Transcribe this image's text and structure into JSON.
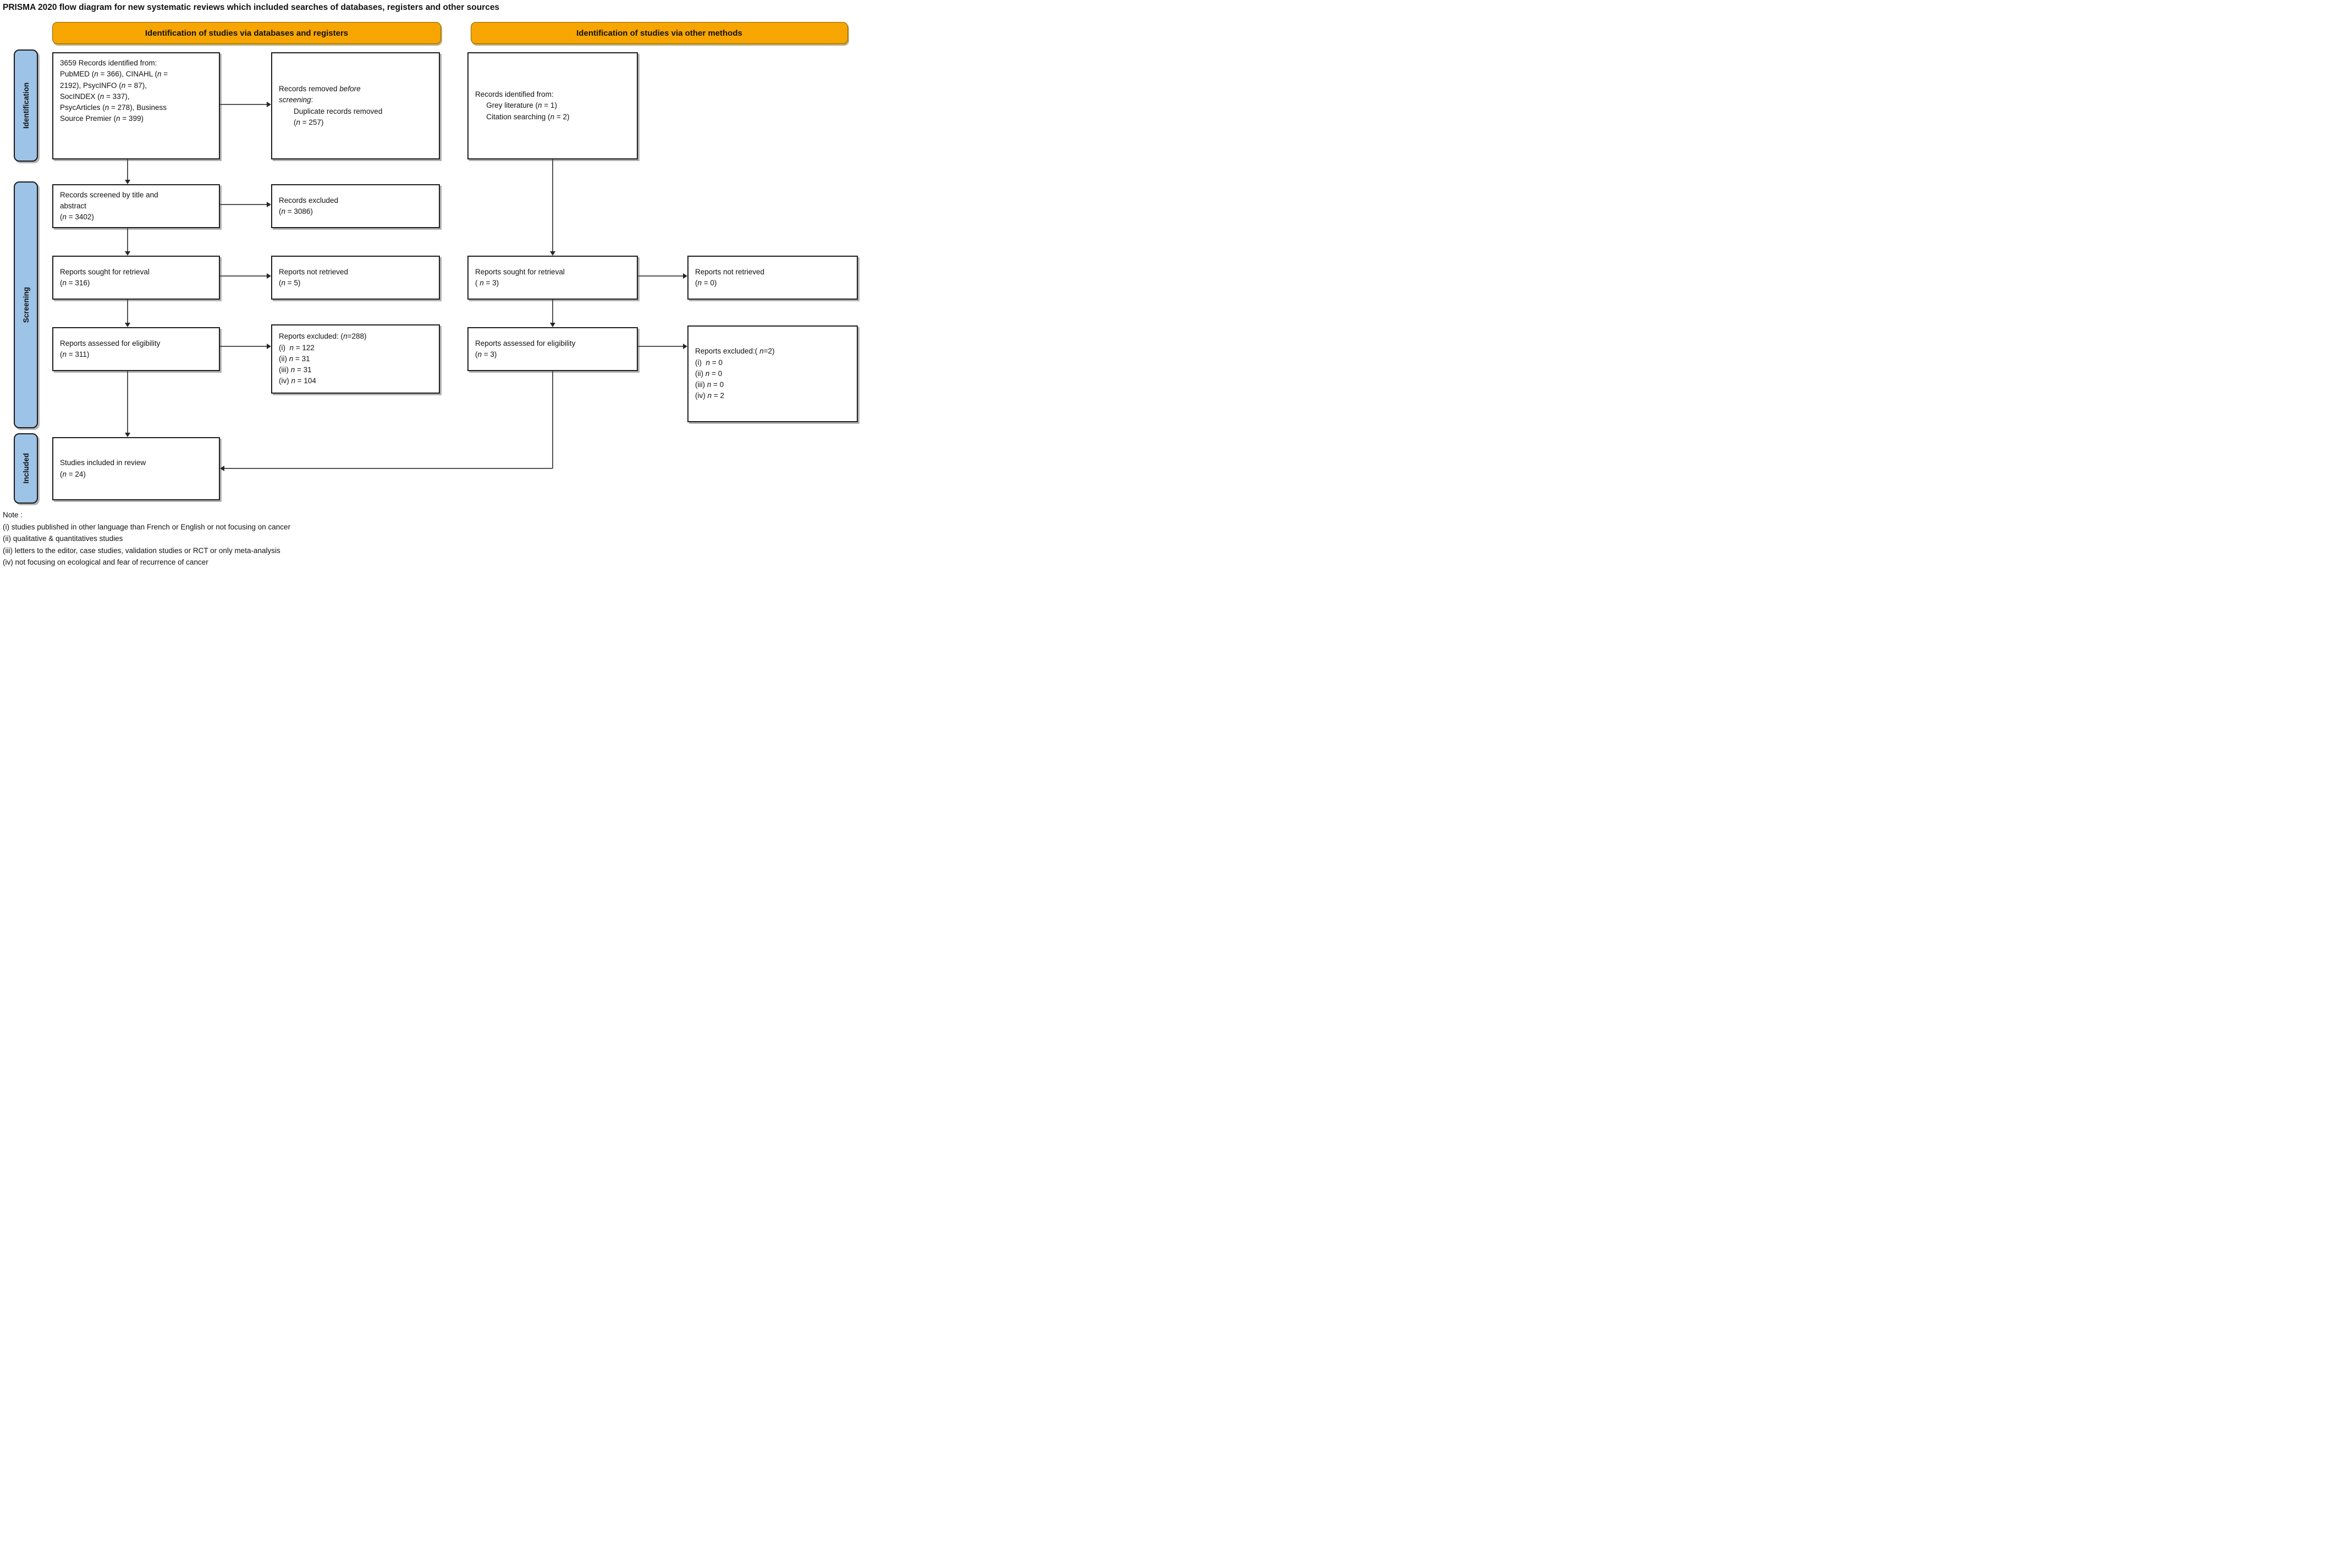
{
  "title": "PRISMA 2020 flow diagram for new systematic reviews which included searches of databases, registers and other sources",
  "colors": {
    "header-bg": "#f7a500",
    "header-border": "#8a6500",
    "stage-bg": "#9dc3e6",
    "box-border": "#1f1f1f",
    "box-shadow": "#b3b3b3",
    "connector": "#545454"
  },
  "columns": {
    "left_header": "Identification of studies via databases and registers",
    "right_header": "Identification of studies via other methods"
  },
  "stages": {
    "identification": "Identification",
    "screening": "Screening",
    "included": "Included"
  },
  "boxes": {
    "records_identified_db": {
      "lines": [
        "3659 Records identified from:",
        "PubMED (*n* = 366), CINAHL (*n* =",
        "2192), PsycINFO (*n* = 87),",
        "SocINDEX (*n* = 337),",
        "PsycArticles (*n* = 278), Business",
        "Source Premier (*n* = 399)"
      ]
    },
    "records_removed": {
      "lines": [
        "Records removed *before*",
        "*screening*:",
        "  Duplicate records removed",
        "  (*n* = 257)"
      ]
    },
    "records_identified_other": {
      "lines": [
        "Records identified from:",
        "  Grey literature (*n* = 1)",
        "  Citation searching (*n* = 2)"
      ]
    },
    "records_screened": {
      "lines": [
        "Records screened by title and",
        "abstract",
        "(*n* = 3402)"
      ]
    },
    "records_excluded": {
      "lines": [
        "Records excluded",
        "(*n* = 3086)"
      ]
    },
    "reports_sought_db": {
      "lines": [
        "Reports sought for retrieval",
        "(*n* = 316)"
      ]
    },
    "reports_not_retrieved_db": {
      "lines": [
        "Reports not retrieved",
        "(*n* = 5)"
      ]
    },
    "reports_sought_other": {
      "lines": [
        "Reports sought for retrieval",
        "( *n* = 3)"
      ]
    },
    "reports_not_retrieved_other": {
      "lines": [
        "Reports not retrieved",
        "(*n* = 0)"
      ]
    },
    "reports_assessed_db": {
      "lines": [
        "Reports assessed for eligibility",
        "(*n* = 311)"
      ]
    },
    "reports_excluded_db": {
      "lines": [
        "Reports excluded: (*n*=288)",
        "(i)  *n* = 122",
        "(ii) *n* = 31",
        "(iii) *n* = 31",
        "(iv) *n* = 104"
      ]
    },
    "reports_assessed_other": {
      "lines": [
        "Reports assessed for eligibility",
        "(*n* = 3)"
      ]
    },
    "reports_excluded_other": {
      "lines": [
        "Reports excluded:( *n*=2)",
        "(i)  *n* = 0",
        "(ii) *n* = 0",
        "(iii) *n* = 0",
        "(iv) *n* = 2"
      ]
    },
    "studies_included": {
      "lines": [
        "Studies included in review",
        "(*n* = 24)"
      ]
    }
  },
  "note": {
    "lines": [
      "Note :",
      "(i) studies published in other language than French or English or not focusing on cancer",
      "(ii) qualitative & quantitatives studies",
      "(iii) letters to the editor, case studies, validation studies or RCT or only meta-analysis",
      "(iv) not focusing on ecological and fear of recurrence of cancer"
    ]
  }
}
